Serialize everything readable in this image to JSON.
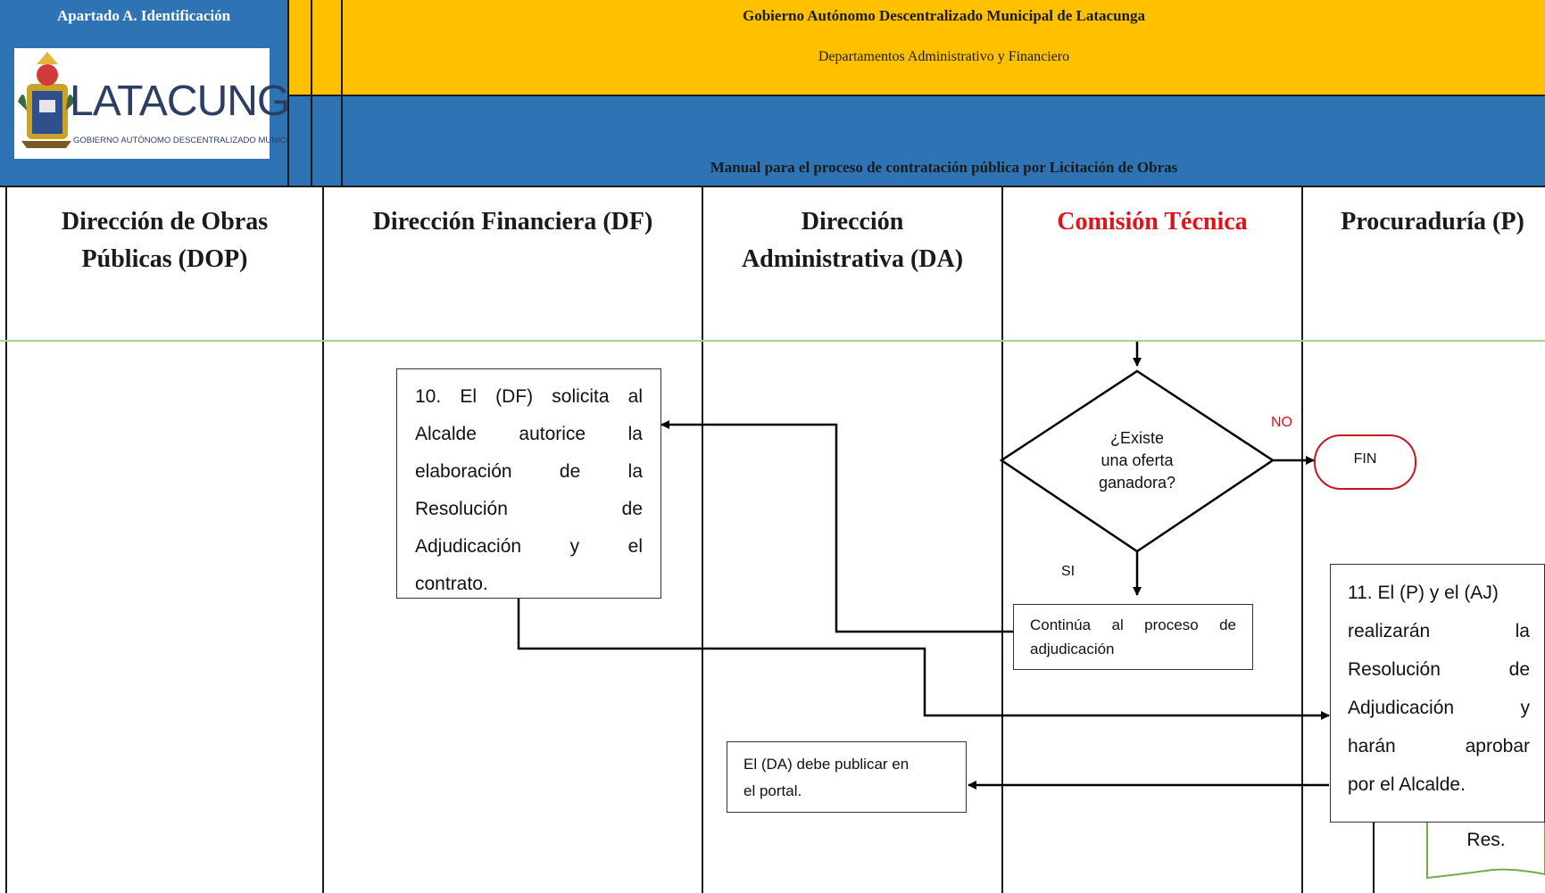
{
  "header": {
    "identification_label": "Apartado  A. Identificación",
    "logo": {
      "text": "LATACUNGA",
      "subtext": "GOBIERNO AUTÓNOMO DESCENTRALIZADO MUNICIPAL"
    },
    "government_title": "Gobierno Autónomo Descentralizado Municipal de Latacunga",
    "departments": "Departamentos Administrativo y Financiero",
    "manual_title": "Manual para el proceso de contratación pública por Licitación de Obras",
    "colors": {
      "top_band": "#FFC000",
      "lower_band": "#2E74B5"
    }
  },
  "lanes": [
    {
      "line1": "Dirección de Obras",
      "line2": "Públicas (DOP)"
    },
    {
      "line1": "Dirección Financiera (DF)",
      "line2": ""
    },
    {
      "line1": "Dirección",
      "line2": "Administrativa (DA)"
    },
    {
      "line1": "Comisión Técnica",
      "line2": "",
      "color": "#e0131b"
    },
    {
      "line1": "Procuraduría  (P)",
      "line2": ""
    }
  ],
  "flow": {
    "step10": [
      "10. El (DF) solicita al",
      "Alcalde autorice la",
      "elaboración de la",
      "Resolución de",
      "Adjudicación y el",
      "contrato."
    ],
    "decision": [
      "¿Existe",
      "una oferta",
      "ganadora?"
    ],
    "no_label": "NO",
    "yes_label": "SI",
    "fin": "FIN",
    "continue": [
      "Continúa al proceso de",
      "adjudicación"
    ],
    "step11": [
      "11. El (P) y el (AJ)",
      "realizarán la",
      "Resolución de",
      "Adjudicación y",
      "harán aprobar",
      "por el Alcalde."
    ],
    "document": "Res.",
    "publish": [
      "El (DA) debe publicar en",
      "el portal."
    ]
  }
}
